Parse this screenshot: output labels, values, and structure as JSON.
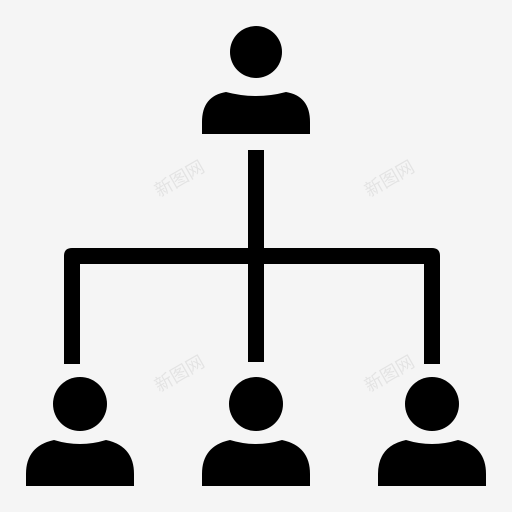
{
  "icon": {
    "name": "org-chart-hierarchy-icon",
    "fill": "#000000",
    "background": "#f5f5f5"
  },
  "nodes": {
    "top": {
      "role": "manager"
    },
    "bottom": [
      {
        "role": "member"
      },
      {
        "role": "member"
      },
      {
        "role": "member"
      }
    ]
  },
  "watermark": {
    "text": "新图网"
  }
}
